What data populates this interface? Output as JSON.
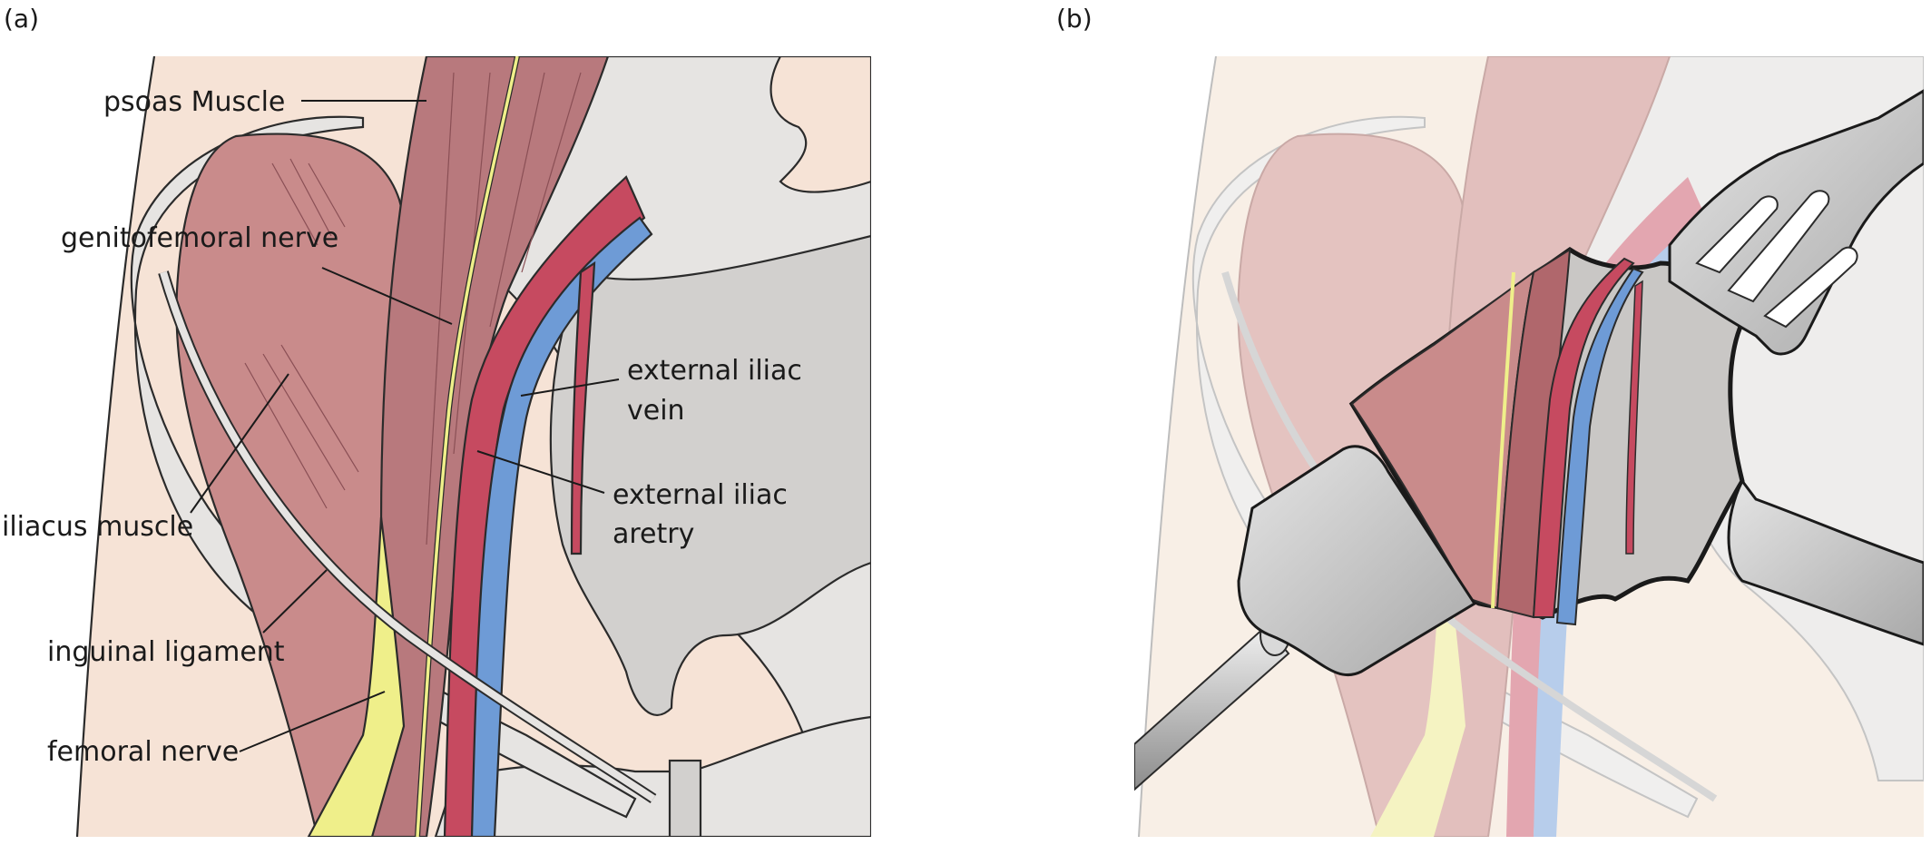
{
  "panels": {
    "a": {
      "tag": "(a)",
      "labels": {
        "psoas": "psoas Muscle",
        "genitofemoral": "genitofemoral nerve",
        "iliac_vein_1": "external iliac",
        "iliac_vein_2": "vein",
        "iliacus": "iliacus muscle",
        "iliac_artery_1": "external iliac",
        "iliac_artery_2": "aretry",
        "inguinal": "inguinal ligament",
        "femoral": "femoral nerve"
      }
    },
    "b": {
      "tag": "(b)"
    }
  },
  "colors": {
    "skin": "#f6e3d6",
    "skin_faded": "#f8efe6",
    "bone": "#d2d0ce",
    "bone_light": "#e6e4e2",
    "muscle": "#c98b8b",
    "muscle_dark": "#b0676c",
    "nerve": "#efef8a",
    "artery": "#c64a60",
    "vein": "#6e9bd6",
    "retractor": "#bdbdbd"
  }
}
